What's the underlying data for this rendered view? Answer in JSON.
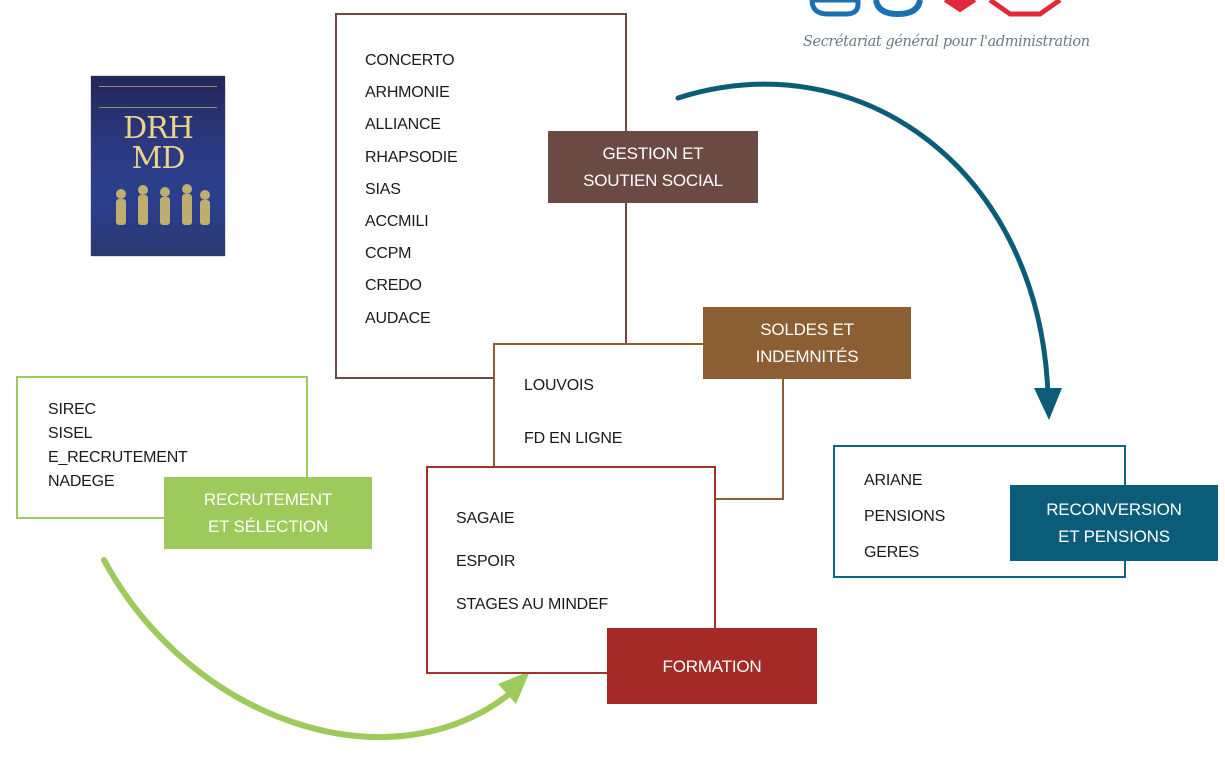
{
  "logo": {
    "caption": "Secrétariat général pour l'administration",
    "book_title_line1": "DRH",
    "book_title_line2": "MD"
  },
  "boxes": {
    "gestion": {
      "label_line1": "GESTION ET",
      "label_line2": "SOUTIEN SOCIAL",
      "items": [
        "CONCERTO",
        "ARHMONIE",
        "ALLIANCE",
        "RHAPSODIE",
        "SIAS",
        "ACCMILI",
        "CCPM",
        "CREDO",
        "AUDACE"
      ]
    },
    "soldes": {
      "label_line1": "SOLDES ET",
      "label_line2": "INDEMNITÉS",
      "items": [
        "LOUVOIS",
        "FD EN LIGNE"
      ]
    },
    "formation": {
      "label": "FORMATION",
      "items": [
        "SAGAIE",
        "ESPOIR",
        "STAGES AU MINDEF"
      ]
    },
    "recrutement": {
      "label_line1": "RECRUTEMENT",
      "label_line2": "ET SÉLECTION",
      "items": [
        "SIREC",
        "SISEL",
        "E_RECRUTEMENT",
        "NADEGE"
      ]
    },
    "reconversion": {
      "label_line1": "RECONVERSION",
      "label_line2": "ET PENSIONS",
      "items": [
        "ARIANE",
        "PENSIONS",
        "GERES"
      ]
    }
  },
  "colors": {
    "gestion": "#6b4a44",
    "soldes": "#8b5e34",
    "formation": "#a42a27",
    "recrutement": "#9dca5a",
    "reconversion": "#0b5c78",
    "logo_blue": "#1b6fb3",
    "logo_red": "#e02a3a"
  }
}
